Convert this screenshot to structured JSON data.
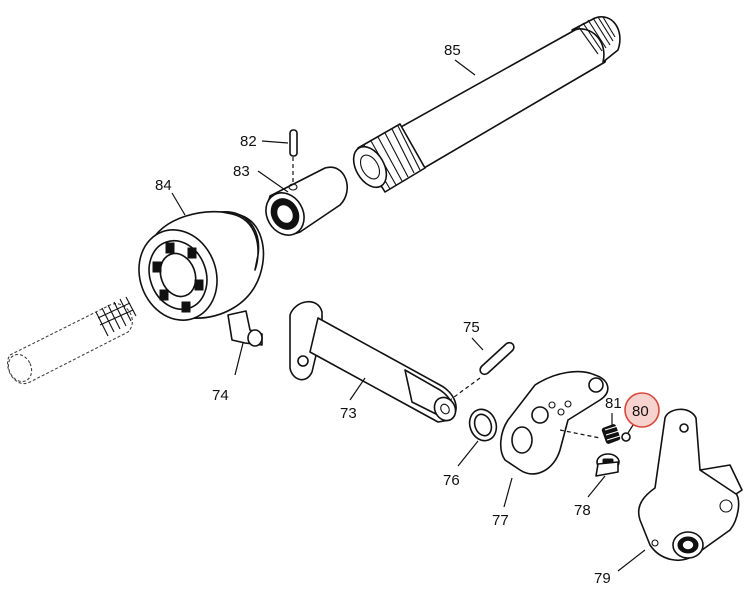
{
  "callouts": [
    {
      "id": "73",
      "label": "73"
    },
    {
      "id": "74",
      "label": "74"
    },
    {
      "id": "75",
      "label": "75"
    },
    {
      "id": "76",
      "label": "76"
    },
    {
      "id": "77",
      "label": "77"
    },
    {
      "id": "78",
      "label": "78"
    },
    {
      "id": "79",
      "label": "79"
    },
    {
      "id": "80",
      "label": "80",
      "highlighted": true
    },
    {
      "id": "81",
      "label": "81"
    },
    {
      "id": "82",
      "label": "82"
    },
    {
      "id": "83",
      "label": "83"
    },
    {
      "id": "84",
      "label": "84"
    },
    {
      "id": "85",
      "label": "85"
    }
  ],
  "colors": {
    "line": "#111111",
    "highlight_fill": "#f6d3cf",
    "highlight_stroke": "#d9473a"
  }
}
